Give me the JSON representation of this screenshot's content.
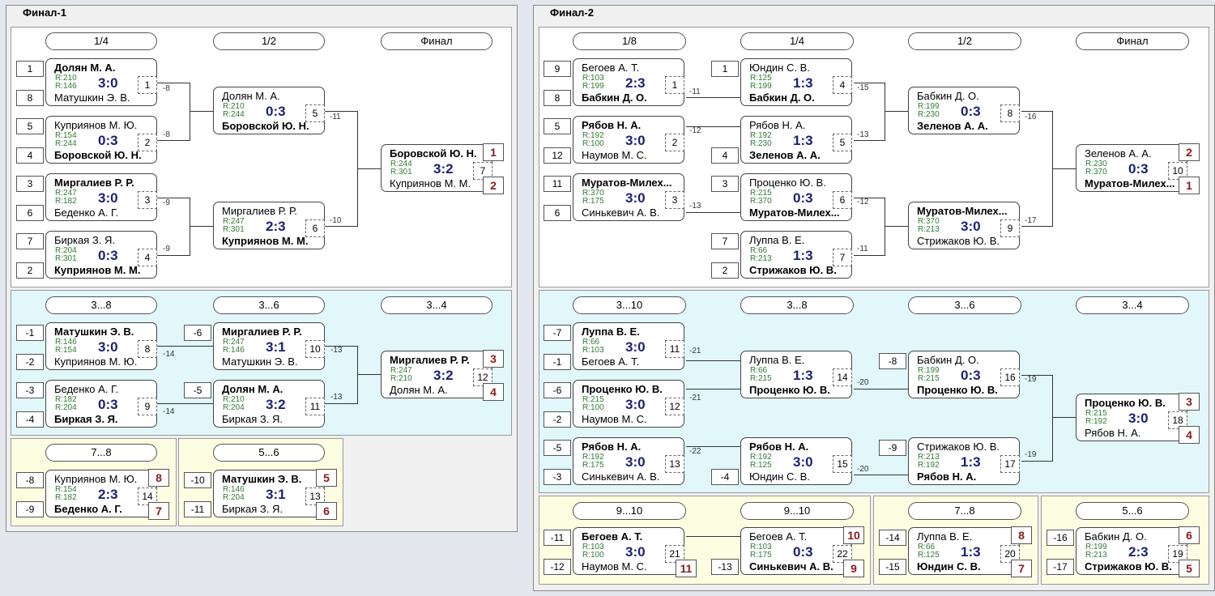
{
  "final1": {
    "title": "Финал-1",
    "r_1_4": "1/4",
    "r_1_2": "1/2",
    "r_final": "Финал",
    "r_3_8": "3...8",
    "r_3_6": "3...6",
    "r_3_4": "3...4",
    "r_7_8": "7...8",
    "r_5_6": "5...6",
    "qf": [
      {
        "s1": "1",
        "s2": "8",
        "p1": "Долян М. А.",
        "p2": "Матушкин Э. В.",
        "r1": "R:210",
        "r2": "R:146",
        "score": "3:0",
        "num": "1",
        "loser": "-8"
      },
      {
        "s1": "5",
        "s2": "4",
        "p1": "Куприянов М. Ю.",
        "p2": "Боровской Ю. Н.",
        "r1": "R:154",
        "r2": "R:244",
        "score": "0:3",
        "num": "2",
        "loser": "-8"
      },
      {
        "s1": "3",
        "s2": "6",
        "p1": "Миргалиев Р. Р.",
        "p2": "Беденко А. Г.",
        "r1": "R:247",
        "r2": "R:182",
        "score": "3:0",
        "num": "3",
        "loser": "-9"
      },
      {
        "s1": "7",
        "s2": "2",
        "p1": "Биркая З. Я.",
        "p2": "Куприянов М. М.",
        "r1": "R:204",
        "r2": "R:301",
        "score": "0:3",
        "num": "4",
        "loser": "-9"
      }
    ],
    "sf": [
      {
        "p1": "Долян М. А.",
        "p2": "Боровской Ю. Н.",
        "r1": "R:210",
        "r2": "R:244",
        "score": "0:3",
        "num": "5",
        "loser": "-11"
      },
      {
        "p1": "Миргалиев Р. Р.",
        "p2": "Куприянов М. М.",
        "r1": "R:247",
        "r2": "R:301",
        "score": "2:3",
        "num": "6",
        "loser": "-10"
      }
    ],
    "fin": {
      "p1": "Боровской Ю. Н.",
      "p2": "Куприянов М. М.",
      "r1": "R:244",
      "r2": "R:301",
      "score": "3:2",
      "num": "7",
      "place1": "1",
      "place2": "2"
    },
    "c38": [
      {
        "s1": "-1",
        "s2": "-2",
        "p1": "Матушкин Э. В.",
        "p2": "Куприянов М. Ю.",
        "r1": "R:146",
        "r2": "R:154",
        "score": "3:0",
        "num": "8",
        "loser": "-14"
      },
      {
        "s1": "-3",
        "s2": "-4",
        "p1": "Беденко А. Г.",
        "p2": "Биркая З. Я.",
        "r1": "R:182",
        "r2": "R:204",
        "score": "0:3",
        "num": "9",
        "loser": "-14"
      }
    ],
    "c36": [
      {
        "s1": "-6",
        "p1": "Миргалиев Р. Р.",
        "p2": "Матушкин Э. В.",
        "r1": "R:247",
        "r2": "R:146",
        "score": "3:1",
        "num": "10",
        "loser": "-13"
      },
      {
        "s1": "-5",
        "p1": "Долян М. А.",
        "p2": "Биркая З. Я.",
        "r1": "R:210",
        "r2": "R:204",
        "score": "3:2",
        "num": "11",
        "loser": "-13"
      }
    ],
    "c34": {
      "p1": "Миргалиев Р. Р.",
      "p2": "Долян М. А.",
      "r1": "R:247",
      "r2": "R:210",
      "score": "3:2",
      "num": "12",
      "place1": "3",
      "place2": "4"
    },
    "c78": {
      "s1": "-8",
      "s2": "-9",
      "p1": "Куприянов М. Ю.",
      "p2": "Беденко А. Г.",
      "r1": "R:154",
      "r2": "R:182",
      "score": "2:3",
      "num": "14",
      "place1": "8",
      "place2": "7"
    },
    "c56": {
      "s1": "-10",
      "s2": "-11",
      "p1": "Матушкин Э. В.",
      "p2": "Биркая З. Я.",
      "r1": "R:146",
      "r2": "R:204",
      "score": "3:1",
      "num": "13",
      "place1": "5",
      "place2": "6"
    }
  },
  "final2": {
    "title": "Финал-2",
    "r_1_8": "1/8",
    "r_1_4": "1/4",
    "r_1_2": "1/2",
    "r_final": "Финал",
    "r_3_10": "3...10",
    "r_3_8": "3...8",
    "r_3_6": "3...6",
    "r_3_4": "3...4",
    "r_9_10": "9...10",
    "r_9_10b": "9...10",
    "r_7_8": "7...8",
    "r_5_6": "5...6",
    "r8": [
      {
        "s1": "9",
        "s2": "8",
        "p1": "Бегоев А. Т.",
        "p2": "Бабкин Д. О.",
        "r1": "R:103",
        "r2": "R:199",
        "score": "2:3",
        "num": "1",
        "loser": "-11"
      },
      {
        "s1": "5",
        "s2": "12",
        "p1": "Рябов Н. А.",
        "p2": "Наумов М. С.",
        "r1": "R:192",
        "r2": "R:100",
        "score": "3:0",
        "num": "2",
        "loser": "-12"
      },
      {
        "s1": "11",
        "s2": "6",
        "p1": "Муратов-Милех...",
        "p2": "Синькевич А. В.",
        "r1": "R:370",
        "r2": "R:175",
        "score": "3:0",
        "num": "3",
        "loser": "-13"
      }
    ],
    "r4": [
      {
        "s1": "1",
        "p1": "Юндин С. В.",
        "p2": "Бабкин Д. О.",
        "r1": "R:125",
        "r2": "R:199",
        "score": "1:3",
        "num": "4",
        "loser": "-15"
      },
      {
        "s2": "4",
        "p1": "Рябов Н. А.",
        "p2": "Зеленов А. А.",
        "r1": "R:192",
        "r2": "R:230",
        "score": "1:3",
        "num": "5",
        "loser": "-13"
      },
      {
        "s1": "3",
        "p1": "Проценко Ю. В.",
        "p2": "Муратов-Милех...",
        "r1": "R:215",
        "r2": "R:370",
        "score": "0:3",
        "num": "6",
        "loser": "-12"
      },
      {
        "s1": "7",
        "s2": "2",
        "p1": "Луппа В. Е.",
        "p2": "Стрижаков Ю. В.",
        "r1": "R:66",
        "r2": "R:213",
        "score": "1:3",
        "num": "7",
        "loser": "-11"
      }
    ],
    "r2": [
      {
        "p1": "Бабкин Д. О.",
        "p2": "Зеленов А. А.",
        "r1": "R:199",
        "r2": "R:230",
        "score": "0:3",
        "num": "8",
        "loser": "-16"
      },
      {
        "p1": "Муратов-Милех...",
        "p2": "Стрижаков Ю. В.",
        "r1": "R:370",
        "r2": "R:213",
        "score": "3:0",
        "num": "9",
        "loser": "-17"
      }
    ],
    "fin": {
      "p1": "Зеленов А. А.",
      "p2": "Муратов-Милех...",
      "r1": "R:230",
      "r2": "R:370",
      "score": "0:3",
      "num": "10",
      "place1": "2",
      "place2": "1"
    },
    "c310": [
      {
        "s1": "-7",
        "s2": "-1",
        "p1": "Луппа В. Е.",
        "p2": "Бегоев А. Т.",
        "r1": "R:66",
        "r2": "R:103",
        "score": "3:0",
        "num": "11",
        "loser": "-21"
      },
      {
        "s1": "-6",
        "s2": "-2",
        "p1": "Проценко Ю. В.",
        "p2": "Наумов М. С.",
        "r1": "R:215",
        "r2": "R:100",
        "score": "3:0",
        "num": "12",
        "loser": "-21"
      },
      {
        "s1": "-5",
        "s2": "-3",
        "p1": "Рябов Н. А.",
        "p2": "Синькевич А. В.",
        "r1": "R:192",
        "r2": "R:175",
        "score": "3:0",
        "num": "13",
        "loser": "-22"
      }
    ],
    "c38": [
      {
        "p1": "Луппа В. Е.",
        "p2": "Проценко Ю. В.",
        "r1": "R:66",
        "r2": "R:215",
        "score": "1:3",
        "num": "14",
        "loser": "-20"
      },
      {
        "s2": "-4",
        "p1": "Рябов Н. А.",
        "p2": "Юндин С. В.",
        "r1": "R:192",
        "r2": "R:125",
        "score": "3:0",
        "num": "15",
        "loser": "-20"
      }
    ],
    "c36": [
      {
        "s1": "-8",
        "p1": "Бабкин Д. О.",
        "p2": "Проценко Ю. В.",
        "r1": "R:199",
        "r2": "R:215",
        "score": "0:3",
        "num": "16",
        "loser": "-19"
      },
      {
        "s1": "-9",
        "p1": "Стрижаков Ю. В.",
        "p2": "Рябов Н. А.",
        "r1": "R:213",
        "r2": "R:192",
        "score": "1:3",
        "num": "17",
        "loser": "-19"
      }
    ],
    "c34": {
      "p1": "Проценко Ю. В.",
      "p2": "Рябов Н. А.",
      "r1": "R:215",
      "r2": "R:192",
      "score": "3:0",
      "num": "18",
      "place1": "3",
      "place2": "4"
    },
    "c910a": {
      "s1": "-11",
      "s2": "-12",
      "p1": "Бегоев А. Т.",
      "p2": "Наумов М. С.",
      "r1": "R:103",
      "r2": "R:100",
      "score": "3:0",
      "num": "21",
      "place2": "11"
    },
    "c910b": {
      "s2": "-13",
      "p1": "Бегоев А. Т.",
      "p2": "Синькевич А. В.",
      "r1": "R:103",
      "r2": "R:175",
      "score": "0:3",
      "num": "22",
      "place1": "10",
      "place2": "9"
    },
    "c78": {
      "s1": "-14",
      "s2": "-15",
      "p1": "Луппа В. Е.",
      "p2": "Юндин С. В.",
      "r1": "R:66",
      "r2": "R:125",
      "score": "1:3",
      "num": "20",
      "place1": "8",
      "place2": "7"
    },
    "c56": {
      "s1": "-16",
      "s2": "-17",
      "p1": "Бабкин Д. О.",
      "p2": "Стрижаков Ю. В.",
      "r1": "R:199",
      "r2": "R:213",
      "score": "2:3",
      "num": "19",
      "place1": "6",
      "place2": "5"
    }
  }
}
